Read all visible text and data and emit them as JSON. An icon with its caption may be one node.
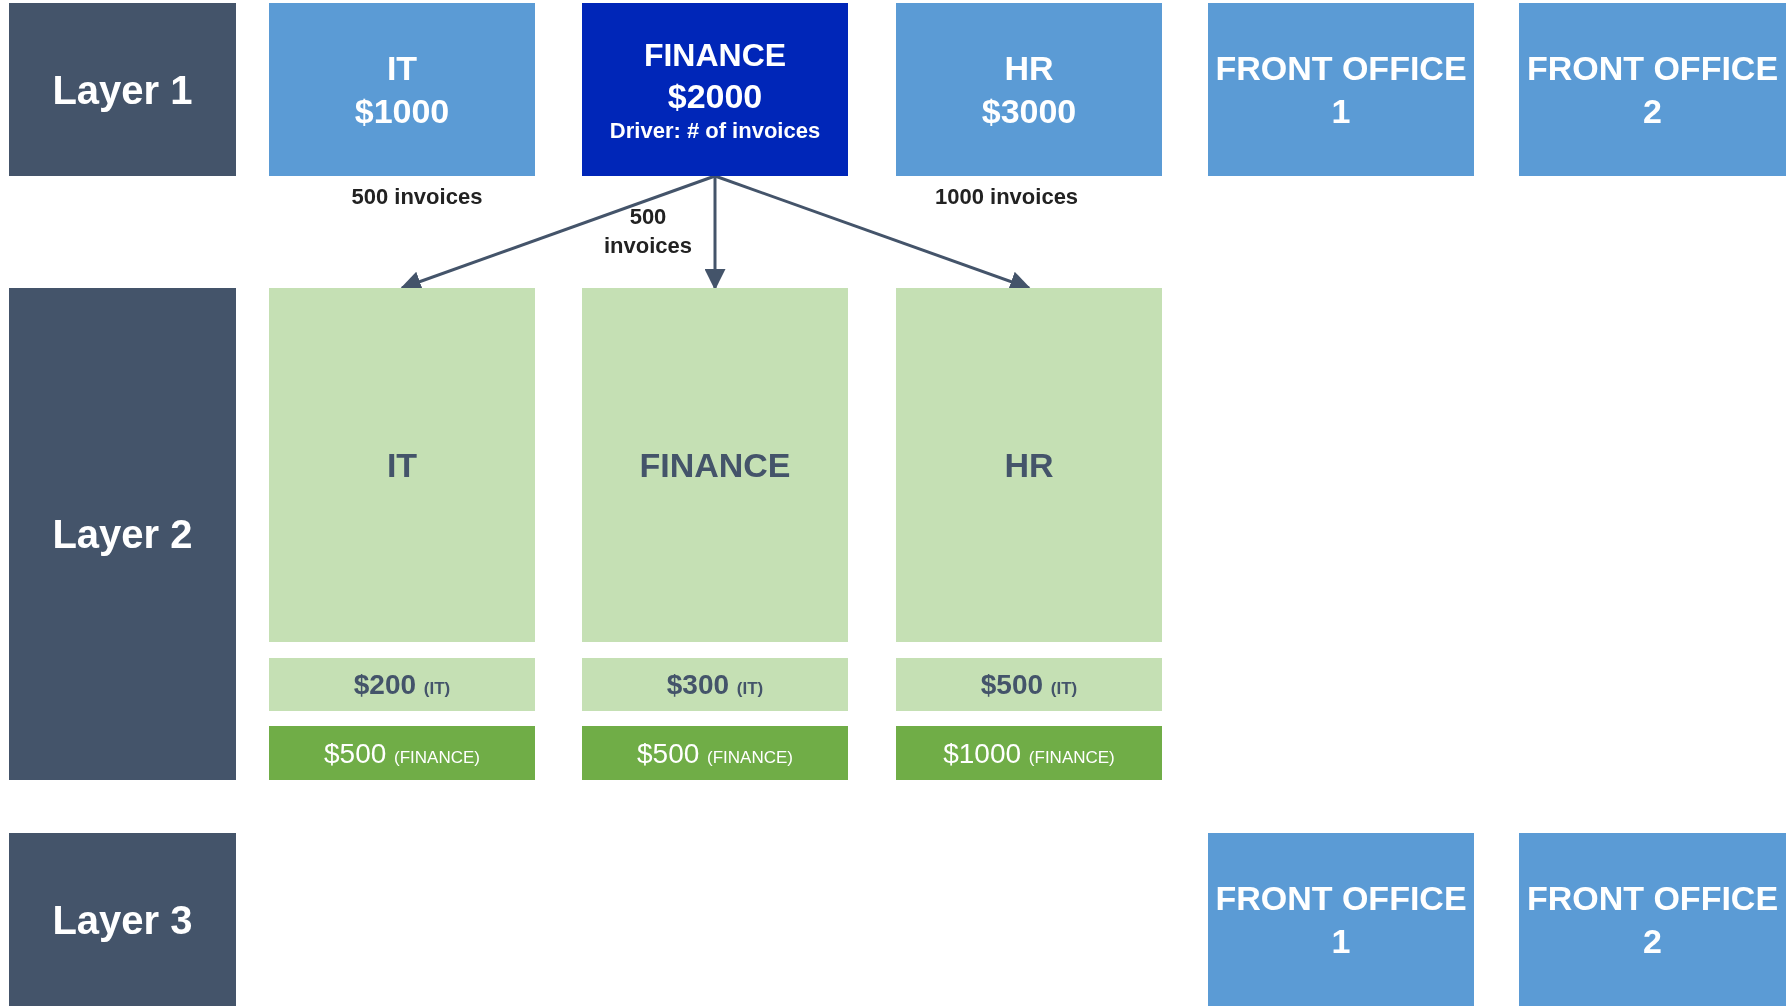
{
  "diagram": {
    "nodes": [
      {
        "text": [
          "Layer 1"
        ]
      },
      {
        "text": [
          "IT",
          "$1000"
        ]
      },
      {
        "text": [
          "FINANCE",
          "$2000",
          "Driver: # of invoices"
        ]
      },
      {
        "text": [
          "HR",
          "$3000"
        ]
      },
      {
        "text": [
          "FRONT OFFICE 1"
        ]
      },
      {
        "text": [
          "FRONT OFFICE 2"
        ]
      },
      {
        "text": [
          "Layer 2"
        ]
      },
      {
        "text": [
          "IT"
        ]
      },
      {
        "text": [
          "FINANCE"
        ]
      },
      {
        "text": [
          "HR"
        ]
      },
      {
        "text": [
          "$200 (IT)"
        ]
      },
      {
        "text": [
          "$300 (IT)"
        ]
      },
      {
        "text": [
          "$500 (IT)"
        ]
      },
      {
        "text": [
          "$500 (FINANCE)"
        ]
      },
      {
        "text": [
          "$500 (FINANCE)"
        ]
      },
      {
        "text": [
          "$1000 (FINANCE)"
        ]
      },
      {
        "text": [
          "Layer 3"
        ]
      },
      {
        "text": [
          "FRONT OFFICE 1"
        ]
      },
      {
        "text": [
          "FRONT OFFICE 2"
        ]
      }
    ],
    "edges": [
      {
        "from": 2,
        "to": 7,
        "arrow": "to",
        "label": "500 invoices"
      },
      {
        "from": 2,
        "to": 8,
        "arrow": "to",
        "label": "500 invoices"
      },
      {
        "from": 2,
        "to": 9,
        "arrow": "to",
        "label": "1000 invoices"
      }
    ]
  }
}
